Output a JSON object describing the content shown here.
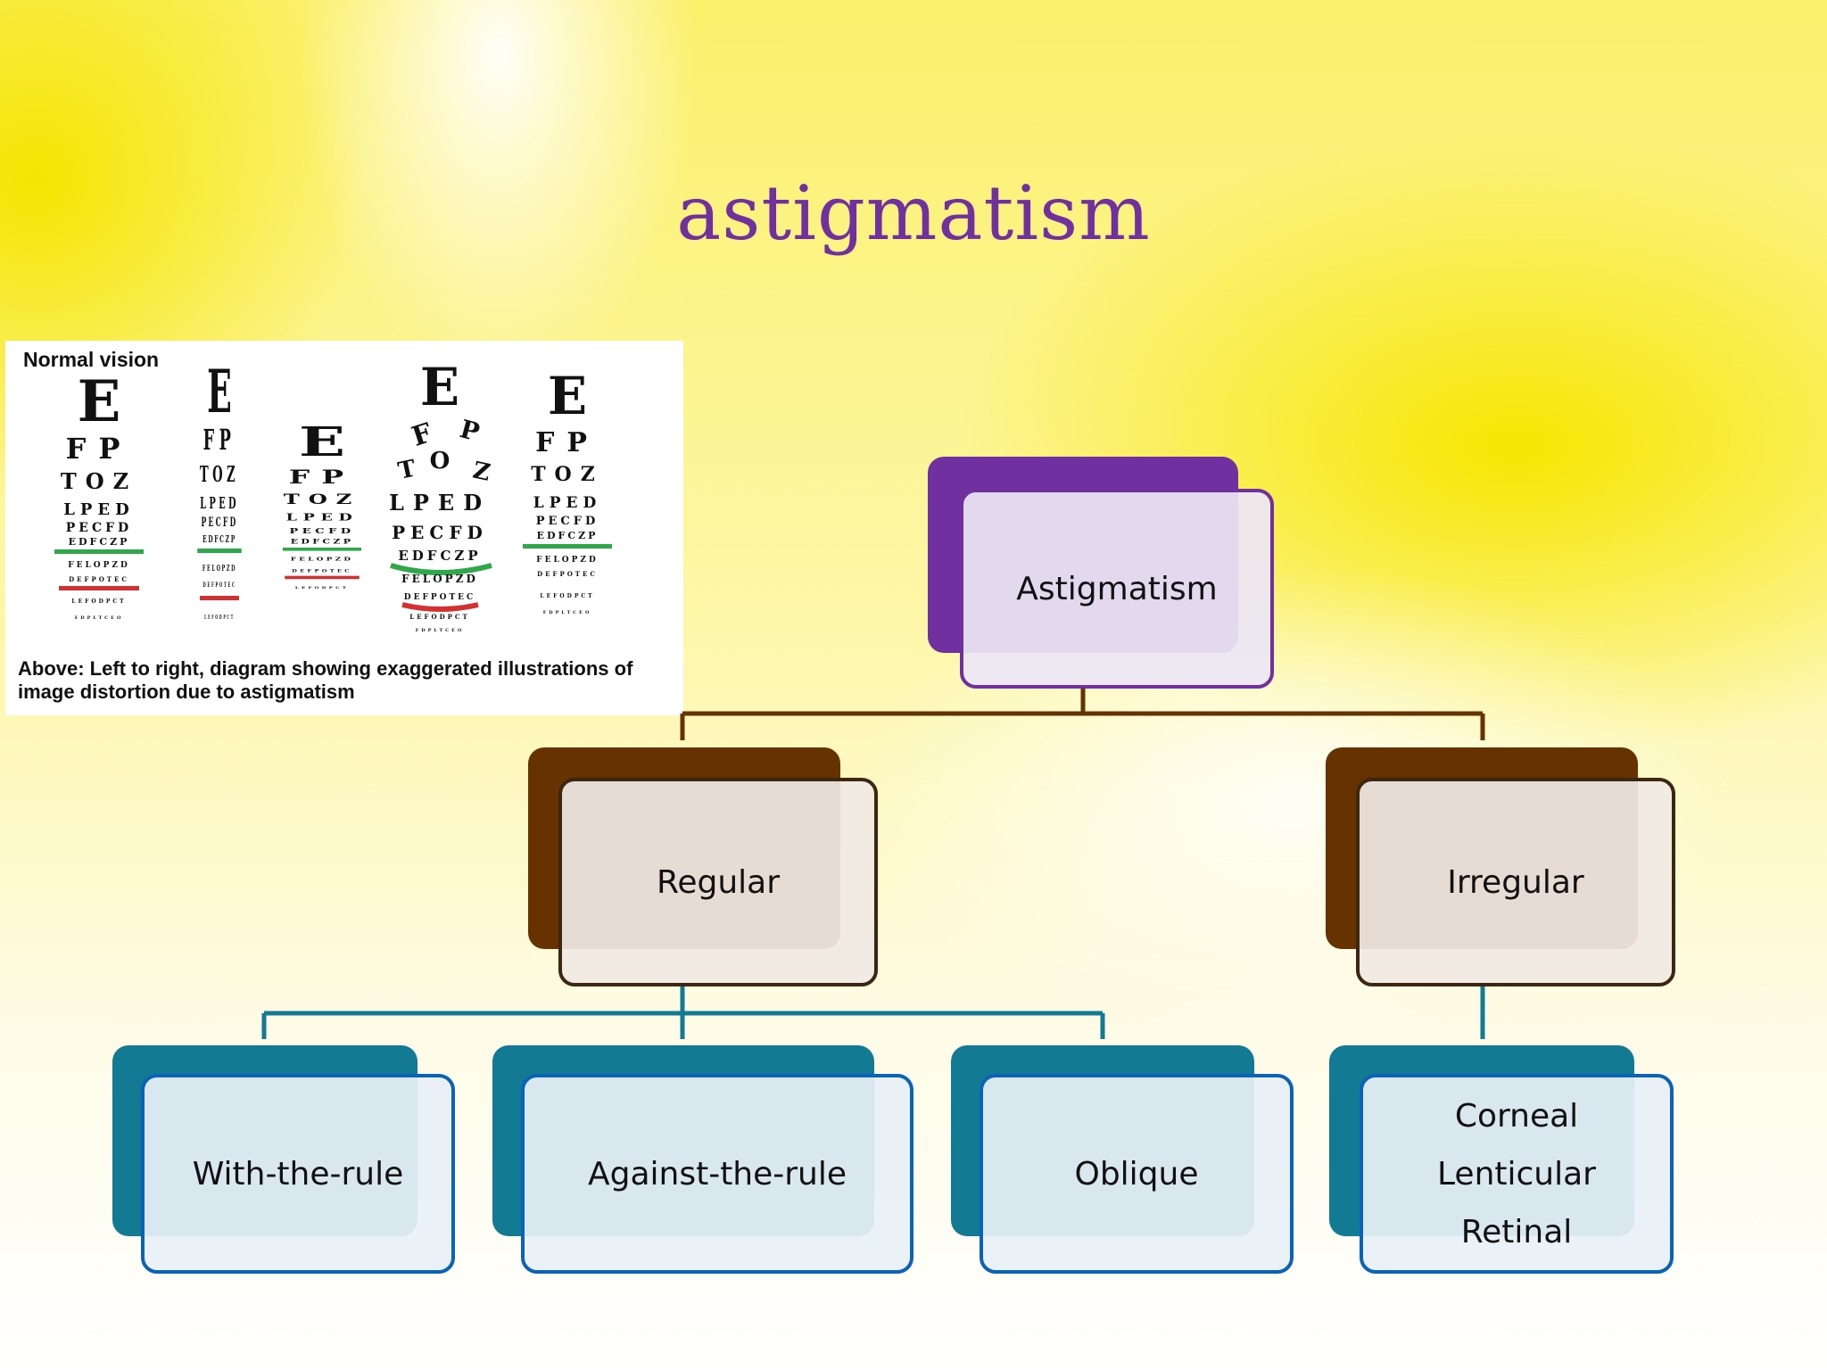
{
  "title": "astigmatism",
  "eye_chart": {
    "heading": "Normal vision",
    "caption": "Above: Left to right, diagram showing exaggerated illustrations of image distortion due to astigmatism"
  },
  "diagram": {
    "root": "Astigmatism",
    "level1": [
      "Regular",
      "Irregular"
    ],
    "regular_children": [
      "With-the-rule",
      "Against-the-rule",
      "Oblique"
    ],
    "irregular_children": [
      "Corneal",
      "Lenticular",
      "Retinal"
    ],
    "colors": {
      "root": "#7030a0",
      "level1": "#663300",
      "level2": "#127a93",
      "level2_border": "#0b63b8"
    }
  }
}
